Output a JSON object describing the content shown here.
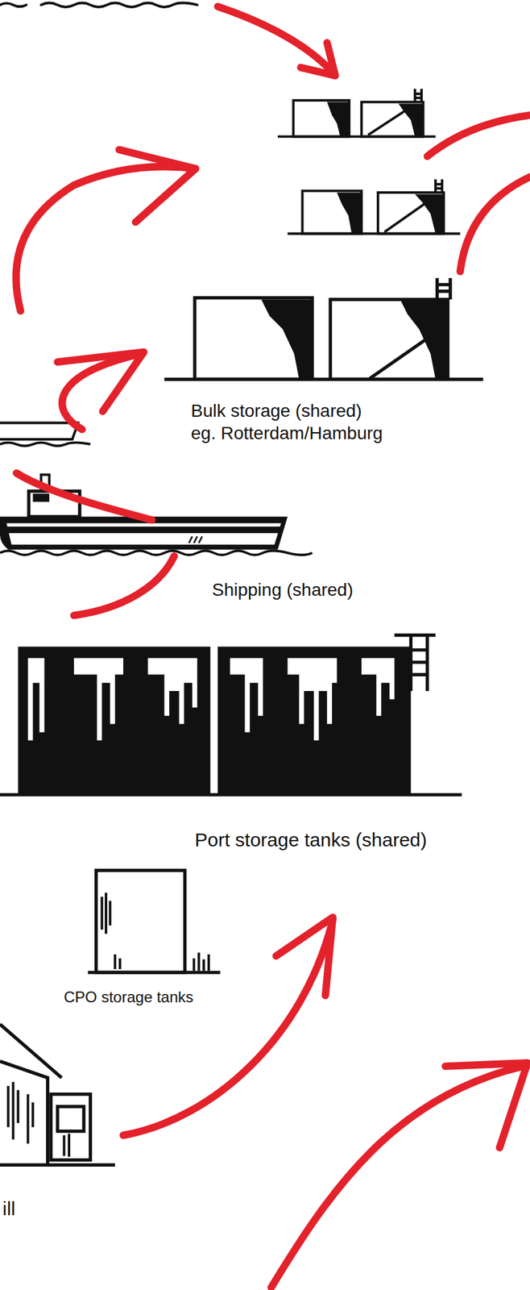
{
  "diagram": {
    "labels": [
      "Bulk storage (shared) eg. Rotterdam/Hamburg",
      "Shipping (shared)",
      "Port storage tanks (shared)",
      "CPO storage tanks",
      "ill"
    ]
  }
}
